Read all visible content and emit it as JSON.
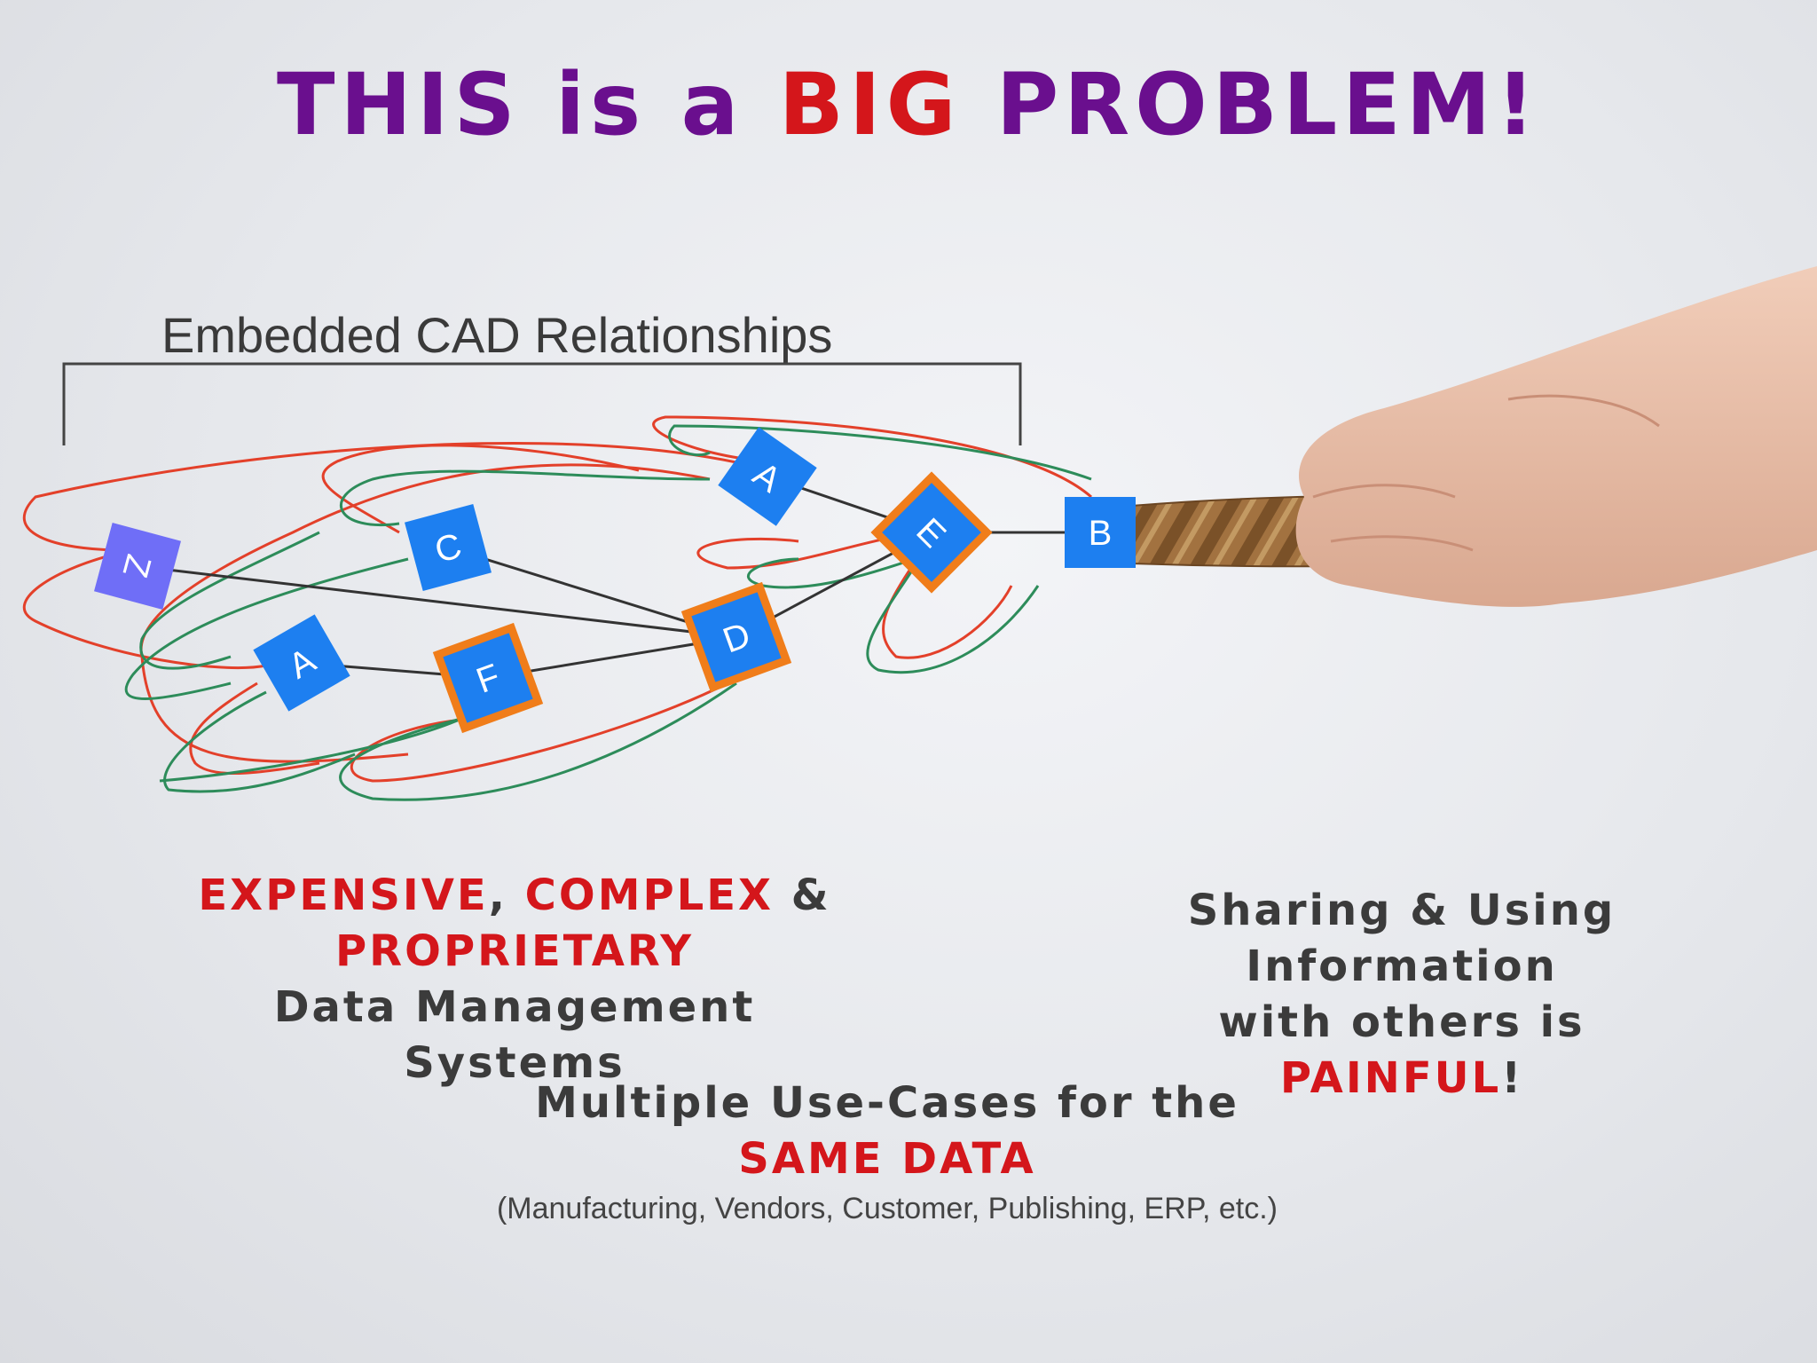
{
  "title": {
    "part1": "THIS is a",
    "part2": "BIG",
    "part3": "PROBLEM!"
  },
  "bracket_label": "Embedded CAD Relationships",
  "nodes": [
    {
      "id": "z",
      "label": "Z",
      "color": "#6f6ef7",
      "highlight": false
    },
    {
      "id": "c",
      "label": "C",
      "color": "#1d7ff0",
      "highlight": false
    },
    {
      "id": "a1",
      "label": "A",
      "color": "#1d7ff0",
      "highlight": false
    },
    {
      "id": "f",
      "label": "F",
      "color": "#1d7ff0",
      "highlight": true
    },
    {
      "id": "d",
      "label": "D",
      "color": "#1d7ff0",
      "highlight": true
    },
    {
      "id": "a2",
      "label": "A",
      "color": "#1d7ff0",
      "highlight": false
    },
    {
      "id": "e",
      "label": "E",
      "color": "#1d7ff0",
      "highlight": true
    },
    {
      "id": "b",
      "label": "B",
      "color": "#1d7ff0",
      "highlight": false
    }
  ],
  "colors": {
    "highlight_border": "#f07d1a",
    "curve_red": "#e3402a",
    "curve_green": "#2d8c5a",
    "accent_red": "#d4161b",
    "title_purple": "#6a0f8e"
  },
  "left_caption": {
    "w1": "EXPENSIVE",
    "sep1": ",",
    "w2": "COMPLEX",
    "sep2": " &",
    "w3": "PROPRIETARY",
    "line3": "Data Management Systems"
  },
  "right_caption": {
    "line1": "Sharing & Using",
    "line2": "Information",
    "line3_pre": "with others is",
    "line3_red": "PAINFUL",
    "line3_post": "!"
  },
  "bottom_caption": {
    "line1": "Multiple Use-Cases for the",
    "line2_red": "SAME DATA",
    "line3": "(Manufacturing, Vendors, Customer, Publishing, ERP, etc.)"
  }
}
